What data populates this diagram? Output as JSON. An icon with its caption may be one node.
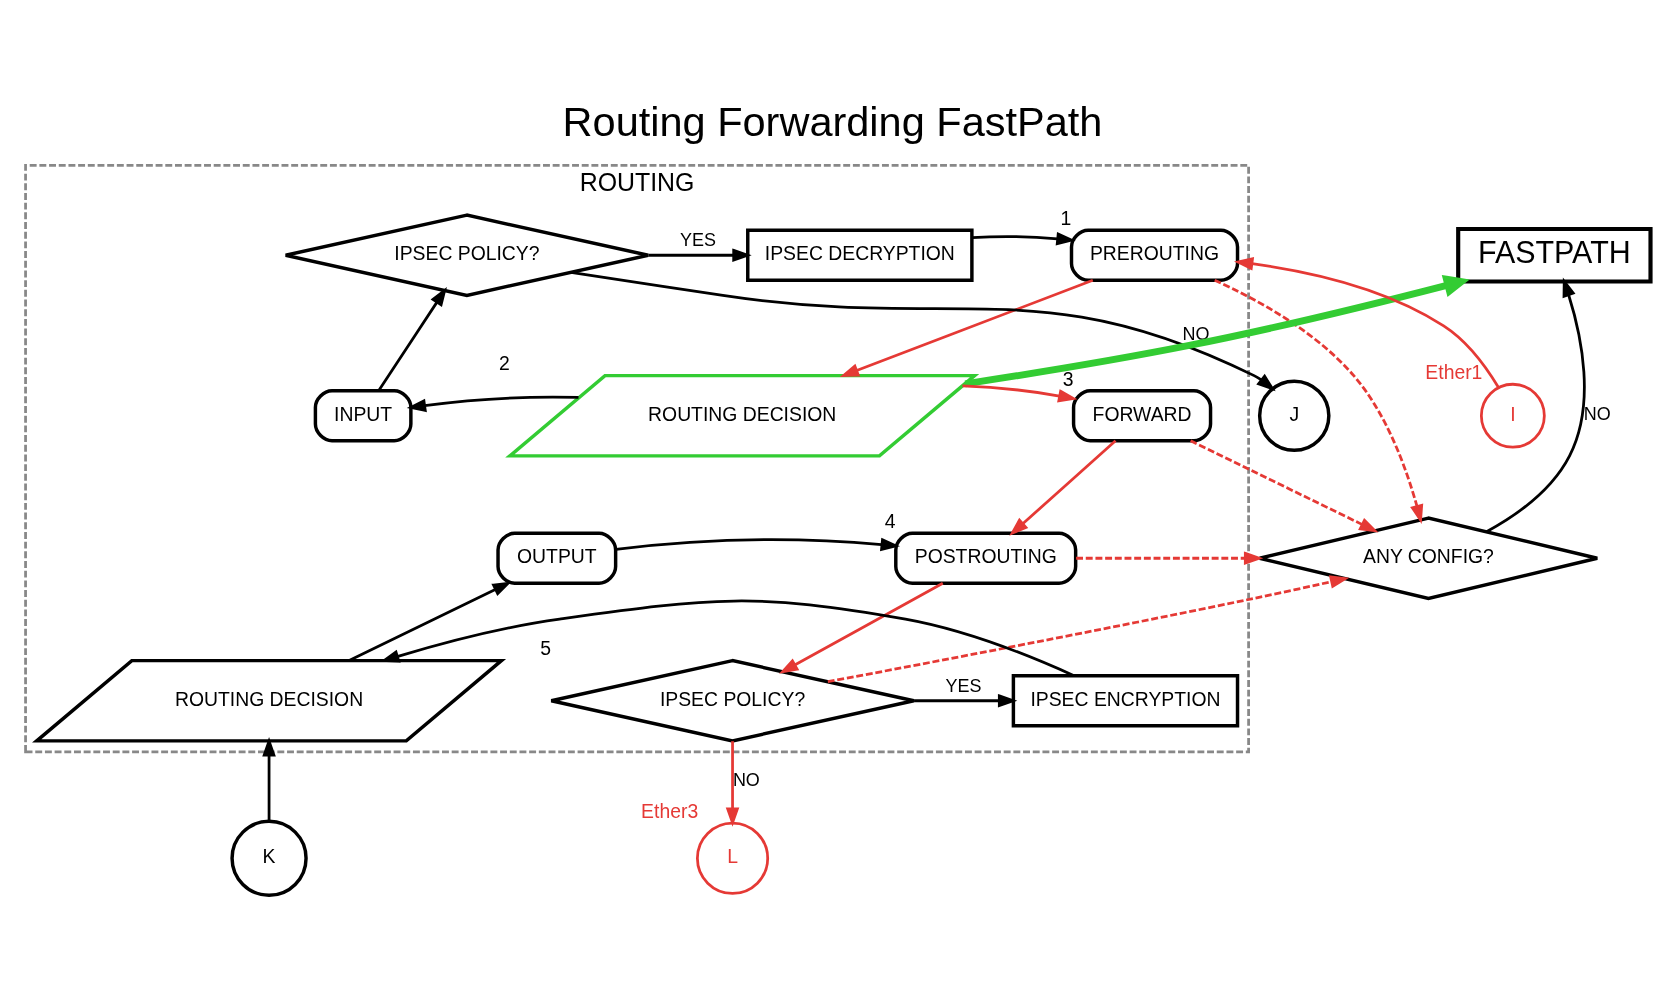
{
  "diagram": {
    "title": "Routing Forwarding FastPath",
    "nodes": [
      {
        "text": [
          "FASTPATH"
        ]
      },
      {
        "text": [
          "ANY CONFIG?"
        ]
      },
      {
        "text": [
          "ROUTING"
        ]
      },
      {
        "text": [
          "I"
        ],
        "beside": [
          "Ether1"
        ]
      },
      {
        "text": [
          "PREROUTING"
        ],
        "in": 2,
        "beside": [
          "1"
        ]
      },
      {
        "text": [
          "IPSEC DECRYPTION"
        ],
        "in": 2
      },
      {
        "text": [
          "IPSEC POLICY?"
        ],
        "in": 2
      },
      {
        "text": [
          "J"
        ]
      },
      {
        "text": [
          "FORWARD"
        ],
        "in": 2,
        "beside": [
          "3"
        ]
      },
      {
        "text": [
          "ROUTING DECISION"
        ],
        "in": 2,
        "beside": [
          "2"
        ]
      },
      {
        "text": [
          "INPUT"
        ],
        "in": 2
      },
      {
        "text": [
          "POSTROUTING"
        ],
        "in": 2,
        "beside": [
          "4"
        ]
      },
      {
        "text": [
          "OUTPUT"
        ],
        "in": 2
      },
      {
        "text": [
          "IPSEC POLICY?"
        ],
        "in": 2,
        "beside": [
          "5"
        ]
      },
      {
        "text": [
          "IPSEC ENCRYPTION"
        ],
        "in": 2
      },
      {
        "text": [
          "ROUTING DECISION"
        ],
        "in": 2
      },
      {
        "text": [
          "L"
        ],
        "beside": [
          "Ether3"
        ]
      },
      {
        "text": [
          "K"
        ]
      }
    ],
    "edges": [
      {
        "from": 3,
        "to": 4,
        "arrow": "to",
        "color": "#e53935"
      },
      {
        "from": 4,
        "to": 9,
        "arrow": "to",
        "color": "#e53935"
      },
      {
        "from": 9,
        "to": 8,
        "arrow": "to",
        "color": "#e53935"
      },
      {
        "from": 8,
        "to": 11,
        "arrow": "to",
        "color": "#e53935"
      },
      {
        "from": 11,
        "to": 13,
        "arrow": "to",
        "color": "#e53935"
      },
      {
        "from": 13,
        "to": 14,
        "arrow": "to",
        "label": "YES"
      },
      {
        "from": 14,
        "to": 15,
        "arrow": "to"
      },
      {
        "from": 15,
        "to": 12,
        "arrow": "to"
      },
      {
        "from": 12,
        "to": 11,
        "arrow": "to"
      },
      {
        "from": 17,
        "to": 15,
        "arrow": "to"
      },
      {
        "from": 13,
        "to": 16,
        "arrow": "to",
        "label": "NO",
        "color": "#e53935"
      },
      {
        "from": 9,
        "to": 10,
        "arrow": "to"
      },
      {
        "from": 10,
        "to": 6,
        "arrow": "to"
      },
      {
        "from": 6,
        "to": 7,
        "arrow": "to",
        "label": "NO"
      },
      {
        "from": 6,
        "to": 5,
        "arrow": "to",
        "label": "YES"
      },
      {
        "from": 5,
        "to": 4,
        "arrow": "to"
      },
      {
        "from": 1,
        "to": 0,
        "arrow": "to",
        "label": "NO"
      },
      {
        "from": 9,
        "to": 0,
        "arrow": "to",
        "style": "thick",
        "color": "#33cc33"
      },
      {
        "from": 4,
        "to": 1,
        "arrow": "to",
        "style": "dashed",
        "color": "#e53935"
      },
      {
        "from": 8,
        "to": 1,
        "arrow": "to",
        "style": "dashed",
        "color": "#e53935"
      },
      {
        "from": 11,
        "to": 1,
        "arrow": "to",
        "style": "dashed",
        "color": "#e53935"
      },
      {
        "from": 13,
        "to": 1,
        "arrow": "to",
        "style": "dashed",
        "color": "#e53935"
      }
    ]
  }
}
